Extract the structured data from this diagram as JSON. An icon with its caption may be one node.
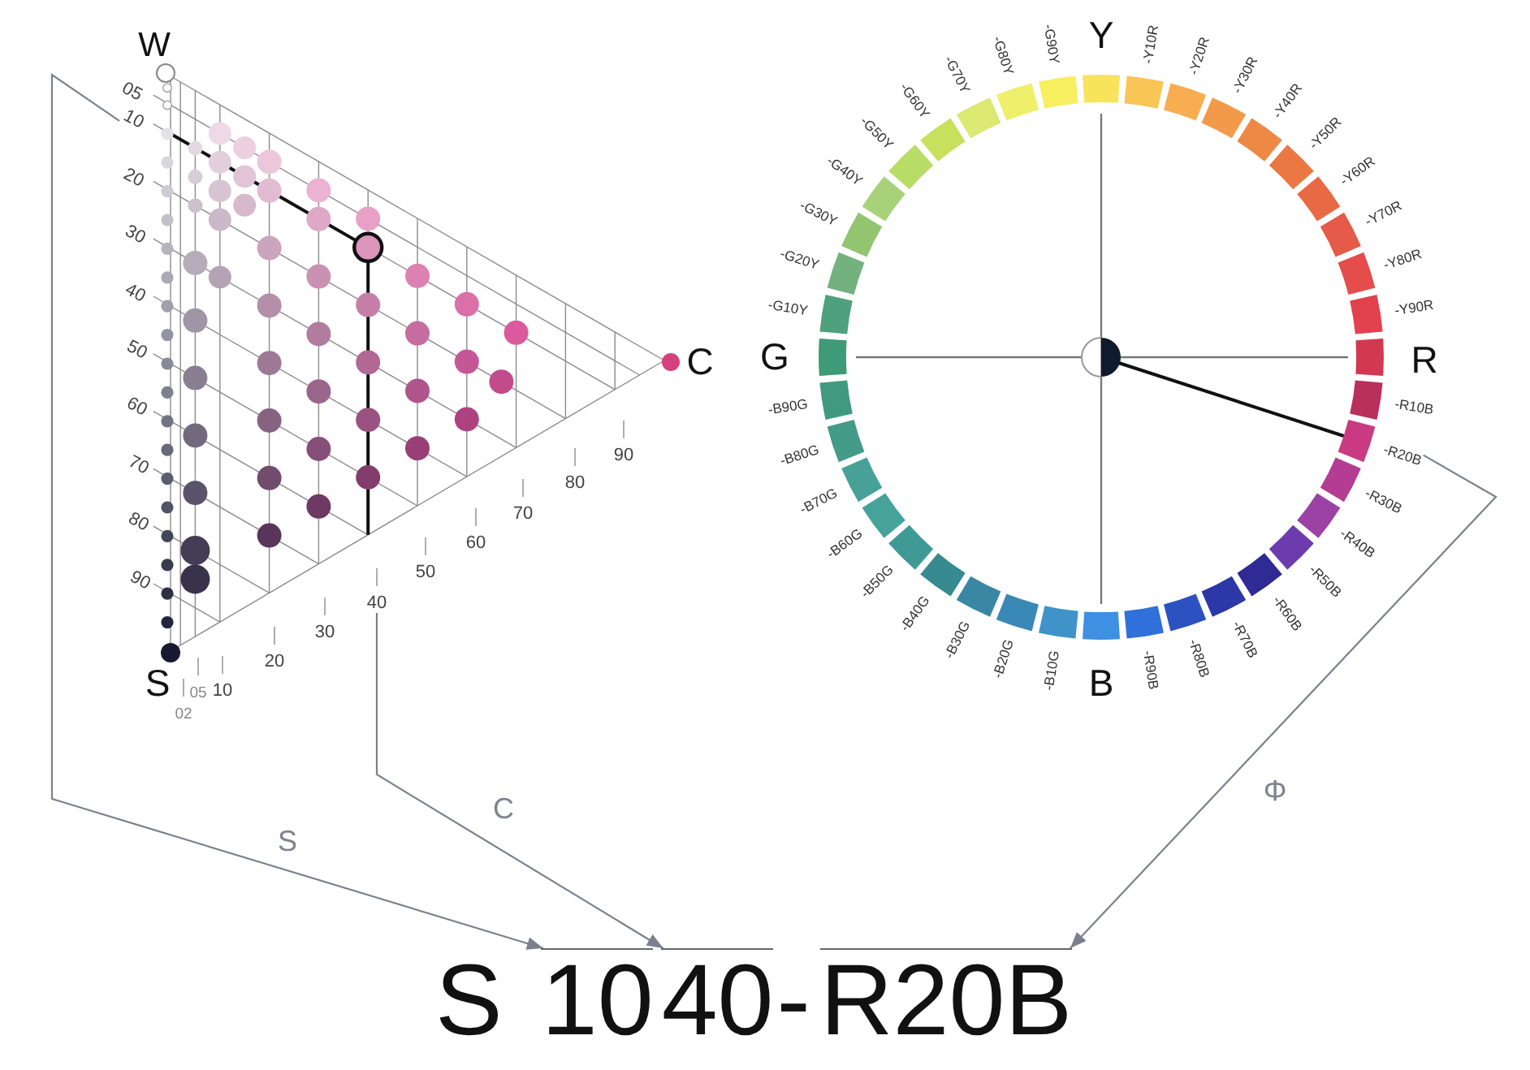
{
  "diagram": {
    "nodes": [
      {
        "text": [
          "10"
        ]
      },
      {
        "text": [
          "40"
        ]
      },
      {
        "text": [
          "-R20B"
        ]
      },
      {
        "text": [
          "10"
        ]
      },
      {
        "text": [
          "40"
        ]
      },
      {
        "text": [
          "R20B"
        ]
      }
    ],
    "edges": [
      {
        "from": 0,
        "to": 3,
        "arrow": "to",
        "label": "S"
      },
      {
        "from": 1,
        "to": 4,
        "arrow": "to",
        "label": "C"
      },
      {
        "from": 2,
        "to": 5,
        "arrow": "to",
        "label": "Φ"
      }
    ],
    "labels": [
      "W",
      "05",
      "20",
      "30",
      "40",
      "50",
      "60",
      "70",
      "80",
      "90",
      "S",
      "C",
      "02",
      "05",
      "10",
      "20",
      "30",
      "50",
      "60",
      "70",
      "80",
      "90",
      "Y",
      "G",
      "R",
      "B",
      "-Y10R",
      "-Y20R",
      "-Y30R",
      "-Y40R",
      "-Y50R",
      "-Y60R",
      "-Y70R",
      "-Y80R",
      "-Y90R",
      "-R10B",
      "-R30B",
      "-R40B",
      "-R50B",
      "-R60B",
      "-R70B",
      "-R80B",
      "-R90B",
      "-B10G",
      "-B20G",
      "-B30G",
      "-B40G",
      "-B50G",
      "-B60G",
      "-B70G",
      "-B80G",
      "-B90G",
      "-G10Y",
      "-G20Y",
      "-G30Y",
      "-G40Y",
      "-G50Y",
      "-G60Y",
      "-G70Y",
      "-G80Y",
      "-G90Y",
      "S",
      "-"
    ]
  }
}
